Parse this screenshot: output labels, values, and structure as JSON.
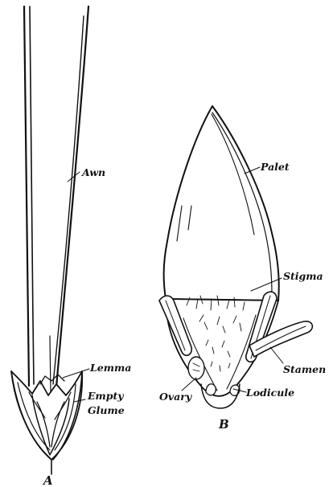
{
  "figure": {
    "panel_a": {
      "caption": "A",
      "labels": {
        "awn": "Awn",
        "lemma": "Lemma",
        "empty_glume_line1": "Empty",
        "empty_glume_line2": "Glume"
      }
    },
    "panel_b": {
      "caption": "B",
      "labels": {
        "palet": "Palet",
        "stigma": "Stigma",
        "stamen": "Stamen",
        "ovary": "Ovary",
        "lodicule": "Lodicule"
      }
    }
  }
}
